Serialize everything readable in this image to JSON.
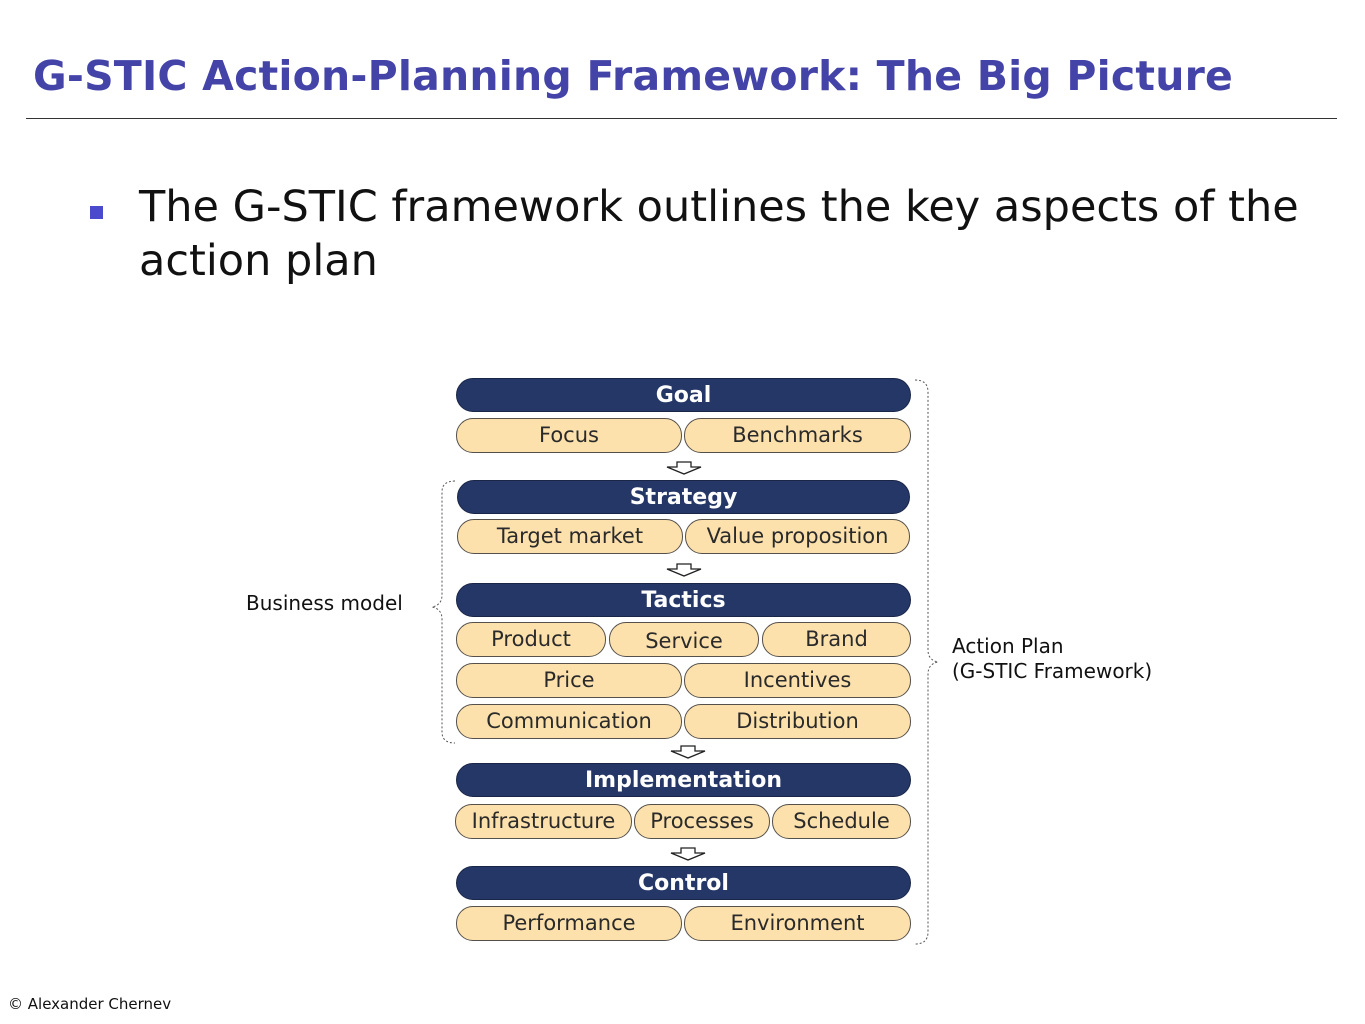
{
  "title": "G-STIC Action-Planning Framework: The Big Picture",
  "bullet": "The G-STIC framework outlines the key aspects of the action plan",
  "copyright": "© Alexander Chernev",
  "diagram": {
    "goal": {
      "header": "Goal",
      "items": [
        "Focus",
        "Benchmarks"
      ]
    },
    "strategy": {
      "header": "Strategy",
      "items": [
        "Target market",
        "Value proposition"
      ]
    },
    "tactics": {
      "header": "Tactics",
      "items": [
        "Product",
        "Service",
        "Brand",
        "Price",
        "Incentives",
        "Communication",
        "Distribution"
      ]
    },
    "implementation": {
      "header": "Implementation",
      "items": [
        "Infrastructure",
        "Processes",
        "Schedule"
      ]
    },
    "control": {
      "header": "Control",
      "items": [
        "Performance",
        "Environment"
      ]
    },
    "business_model_label": "Business model",
    "action_plan_label": [
      "Action Plan",
      "(G-STIC Framework)"
    ]
  },
  "colors": {
    "title": "#4343a8",
    "header_fill": "#253767",
    "pill_fill": "#fce1ad",
    "bullet": "#4a4acc"
  }
}
